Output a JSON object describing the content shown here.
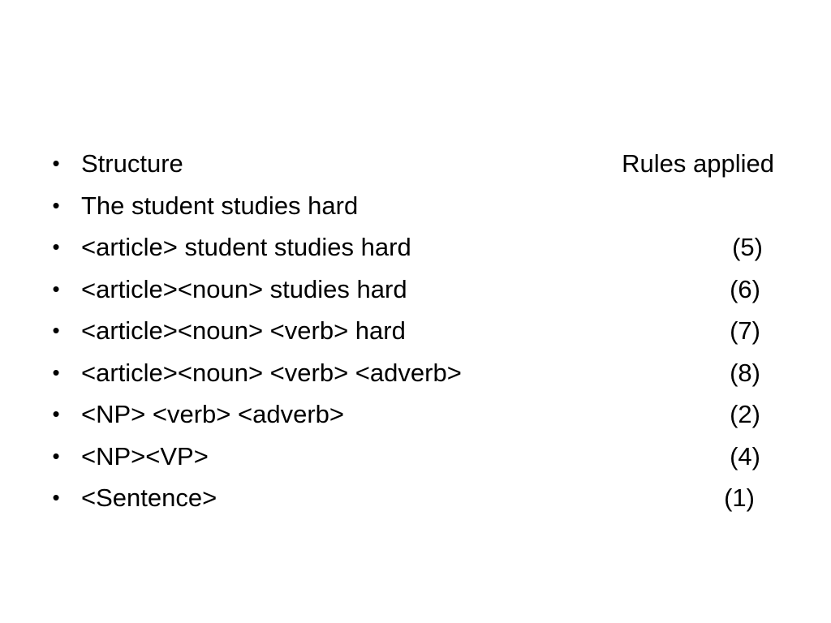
{
  "slide": {
    "rows": [
      {
        "structure": "Structure",
        "rule": "Rules applied"
      },
      {
        "structure": "The student studies hard",
        "rule": ""
      },
      {
        "structure": "<article> student studies hard",
        "rule": "(5)"
      },
      {
        "structure": "<article><noun> studies hard",
        "rule": "(6)"
      },
      {
        "structure": "<article><noun> <verb> hard",
        "rule": "(7)"
      },
      {
        "structure": "<article><noun> <verb> <adverb>",
        "rule": "(8)"
      },
      {
        "structure": "<NP> <verb> <adverb>",
        "rule": "(2)"
      },
      {
        "structure": "<NP><VP>",
        "rule": "(4)"
      },
      {
        "structure": "<Sentence>",
        "rule": "(1)"
      }
    ]
  }
}
